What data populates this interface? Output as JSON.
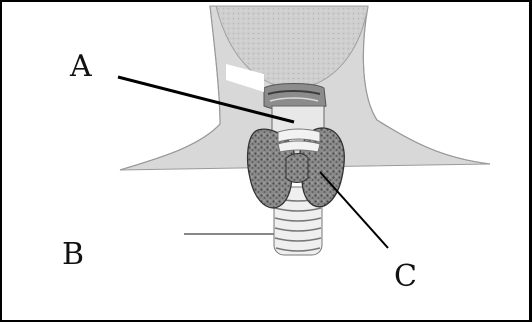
{
  "labels": {
    "a": "A",
    "b": "B",
    "c": "C"
  },
  "colors": {
    "skin": "#d4d4d4",
    "shadow": "#a8a8a8",
    "gland": "#7e7e7e",
    "gland_dark": "#3c3c3c",
    "cartilage": "#efefef",
    "line": "#000000",
    "frame": "#000000"
  }
}
